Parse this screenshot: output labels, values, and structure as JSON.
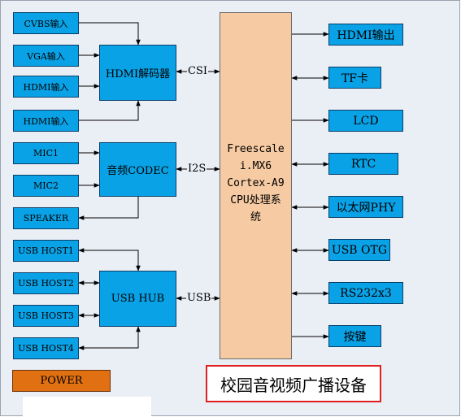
{
  "inputs": {
    "cvbs": "CVBS输入",
    "vga": "VGA输入",
    "hdmi1": "HDMI输入",
    "hdmi2": "HDMI输入",
    "mic1": "MIC1",
    "mic2": "MIC2",
    "speaker": "SPEAKER",
    "usb_host1": "USB HOST1",
    "usb_host2": "USB HOST2",
    "usb_host3": "USB HOST3",
    "usb_host4": "USB HOST4"
  },
  "hubs": {
    "hdmi_decoder": "HDMI解码器",
    "audio_codec": "音频CODEC",
    "usb_hub": "USB HUB"
  },
  "links": {
    "csi": "CSI",
    "i2s": "I2S",
    "usb": "USB"
  },
  "cpu": {
    "label": "Freescale\ni.MX6\nCortex-A9\nCPU处理系\n统"
  },
  "outputs": {
    "hdmi_out": "HDMI输出",
    "tf": "TF卡",
    "lcd": "LCD",
    "rtc": "RTC",
    "ethernet": "以太网PHY",
    "usb_otg": "USB OTG",
    "rs232": "RS232x3",
    "keys": "按键"
  },
  "power": "POWER",
  "product": "校园音视频广播设备",
  "colors": {
    "module_fill": "#0aa2e6",
    "cpu_fill": "#f6caa2",
    "power_fill": "#e07011",
    "product_border": "#e02020",
    "background": "#eaeef5"
  }
}
